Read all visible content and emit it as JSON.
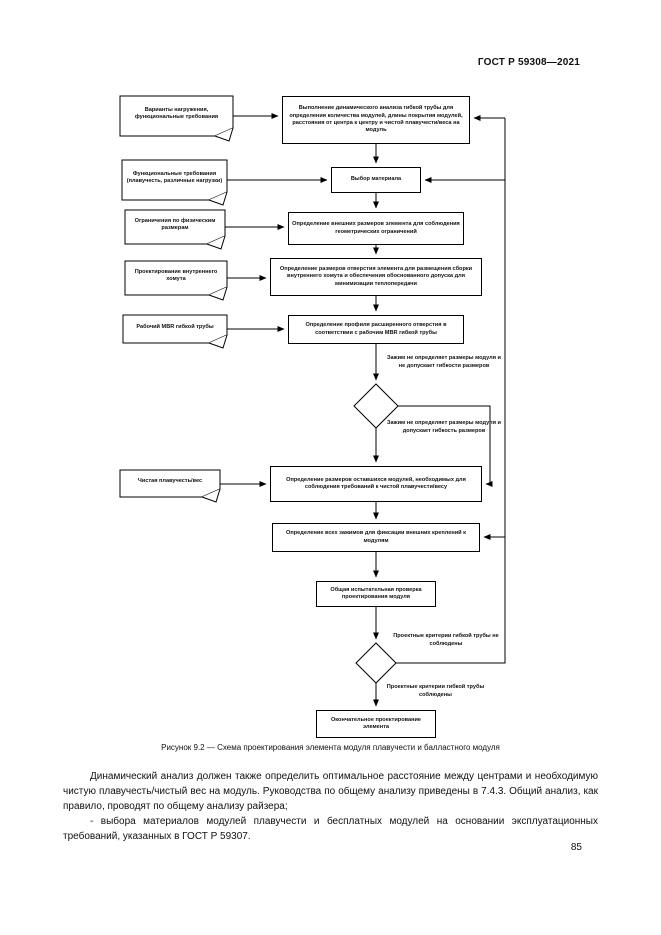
{
  "page": {
    "header": "ГОСТ Р 59308—2021",
    "number": "85"
  },
  "figure": {
    "caption": "Рисунок 9.2 — Схема проектирования элемента модуля плавучести и балластного модуля",
    "nodes": {
      "doc_variants": "Варианты нагружения,\nфункциональные требования",
      "proc_dynamic": "Выполнение динамического анализа гибкой трубы для определения количества модулей, длины покрытия модулей, расстояния от центра к центру и чистой плавучести/веса на модуль",
      "proc_material": "Выбор материала",
      "doc_functional": "Функциональные требования (плавучесть, различные нагрузки)",
      "doc_limits": "Ограничения по физическим размерам",
      "proc_outer": "Определение внешних размеров элемента для соблюдения геометрических ограничений",
      "doc_clamp": "Проектирование внутреннего хомута",
      "proc_bore": "Определение размеров отверстия элемента для размещения сборки внутреннего хомута и обеспечения обоснованного допуска для минимизации теплопередачи",
      "doc_mbr": "Рабочий MBR гибкой трубы",
      "proc_profile": "Определение профиля расширенного отверстия в соответствии с рабочим MBR гибкой трубы",
      "label_clamp_no": "Зажим не определяет размеры модуля и не допускает гибкости размеров",
      "label_clamp_yes": "Зажим не определяет размеры модуля и допускает гибкость размеров",
      "doc_buoyancy": "Чистая плавучесть/вес",
      "proc_remaining": "Определение размеров оставшихся модулей, необходимых для соблюдения требований к чистой плавучести/весу",
      "proc_clamps": "Определение всех зажимов для фиксации внешних креплений к модулям",
      "proc_check": "Общая испытательная проверка проектирования модуля",
      "label_criteria_no": "Проектные критерии гибкой трубы не соблюдены",
      "label_criteria_yes": "Проектные критерии гибкой трубы соблюдены",
      "proc_final": "Окончательное проектирование элемента"
    }
  },
  "body": {
    "para_main": "Динамический анализ должен также определить оптимальное расстояние между центрами и необходимую чистую плавучесть/чистый вес на модуль. Руководства по общему анализу приведены в 7.4.3. Общий анализ, как правило, проводят по общему анализу райзера;",
    "para_item": "- выбора материалов модулей плавучести и бесплатных модулей на основании эксплуатационных требований, указанных в ГОСТ Р 59307."
  }
}
